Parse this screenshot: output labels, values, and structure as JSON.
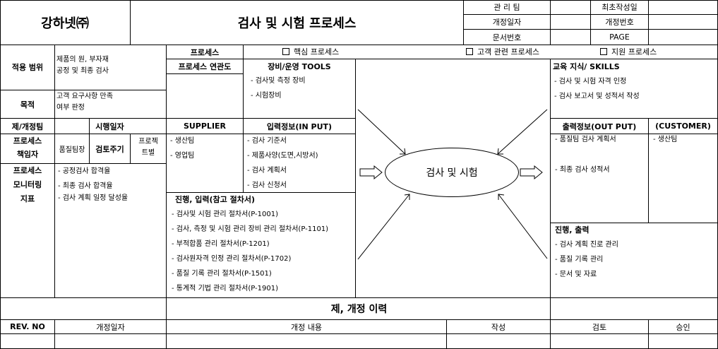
{
  "header": {
    "company": "강하넷㈜",
    "title": "검사 및 시험 프로세스",
    "meta_labels": [
      "관 리 팀",
      "개정일자",
      "문서번호"
    ],
    "meta_labels_right": [
      "최초작성일",
      "개정번호",
      "PAGE"
    ]
  },
  "left": {
    "scope_label": "적용 범위",
    "scope_text": [
      "제품의 원, 부자재",
      "공정 및 최종 검사"
    ],
    "purpose_label": "목적",
    "purpose_text": [
      "고객 요구사항 만족",
      "여부 판정"
    ],
    "revision_label": "제/개정팀",
    "effective_label": "시행일자",
    "owner_label": [
      "프로세스",
      "책임자"
    ],
    "owner_value": "품질팀장",
    "review_cycle_label": "검토주기",
    "review_cycle_value": [
      "프로젝",
      "트별"
    ],
    "monitor_label": [
      "프로세스",
      "모니터링",
      "지표"
    ],
    "monitor_items": [
      "- 공정검사 합격율",
      "- 최종 검사 합격율",
      "- 검사 계획 일정 달성율"
    ]
  },
  "process_type": {
    "label": "프로세스",
    "options": [
      "핵심 프로세스",
      "고객 관련 프로세스",
      "지원 프로세스"
    ]
  },
  "relation_label": "프로세스 연관도",
  "tools": {
    "title": "장비/운영 TOOLS",
    "items": [
      "- 검사및 측정 장비",
      "- 시험장비"
    ]
  },
  "skills": {
    "title": "교육 지식/ SKILLS",
    "items": [
      "- 검사 및 시험 자격 인정",
      "- 검사 보고서 및 성적서 작성"
    ]
  },
  "supplier": {
    "title": "SUPPLIER",
    "items": [
      "- 생산팀",
      "- 영업팀"
    ]
  },
  "input": {
    "title": "입력정보(IN PUT)",
    "items": [
      "- 검사 기준서",
      "- 제품사양(도면,시방서)",
      "- 검사 계획서",
      "- 검사 신청서"
    ]
  },
  "center_label": "검사 및 시험",
  "output": {
    "title": "출력정보(OUT PUT)",
    "items": [
      "- 품질팀 검사 계획서",
      "- 최종 검사 성적서"
    ]
  },
  "customer": {
    "title": "(CUSTOMER)",
    "items": [
      "- 생산팀"
    ]
  },
  "procedures": {
    "title": "진행, 입력(참고 절차서)",
    "items": [
      "- 검사및 시험 관리 절차서(P-1001)",
      "- 검사, 측정 및 시험 관리 장비 관리 절차서(P-1101)",
      "- 부적합품 관리 절차서(P-1201)",
      "- 검사원자격 인정 관리 절차서(P-1702)",
      "- 품질 기록 관리 절차서(P-1501)",
      "- 통계적 기법 관리 절차서(P-1901)"
    ]
  },
  "progress_output": {
    "title": "진행, 출력",
    "items": [
      "- 검사 계획 진로 관리",
      "- 품질 기록 관리",
      "- 문서 및 자료"
    ]
  },
  "history": {
    "title": "제, 개정 이력",
    "columns": [
      "REV. NO",
      "개정일자",
      "개정 내용",
      "작성",
      "검토",
      "승인"
    ]
  }
}
